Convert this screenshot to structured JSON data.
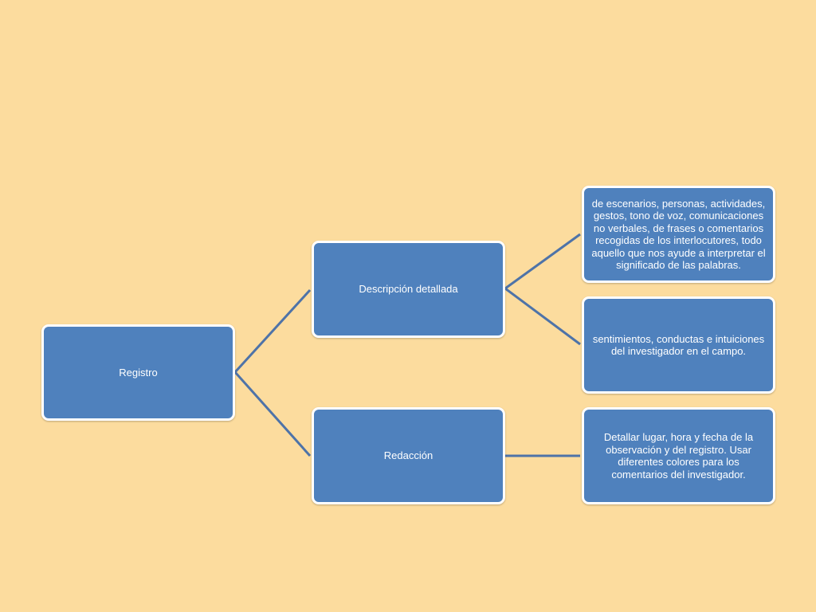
{
  "diagram": {
    "nodes": [
      {
        "id": "registro",
        "label": "Registro"
      },
      {
        "id": "descripcion",
        "label": "Descripción detallada"
      },
      {
        "id": "redaccion",
        "label": "Redacción"
      },
      {
        "id": "escenarios",
        "label": "de escenarios, personas, actividades, gestos, tono de voz, comunicaciones no verbales, de frases o comentarios recogidas de los interlocutores, todo aquello que nos ayude a interpretar el significado de las palabras."
      },
      {
        "id": "sentimientos",
        "label": "sentimientos, conductas e intuiciones del investigador en el campo."
      },
      {
        "id": "detallar",
        "label": "Detallar lugar, hora y fecha de la observación y del registro. Usar diferentes colores para los comentarios del investigador."
      }
    ],
    "edges": [
      {
        "from": "registro",
        "to": "descripcion"
      },
      {
        "from": "registro",
        "to": "redaccion"
      },
      {
        "from": "descripcion",
        "to": "escenarios"
      },
      {
        "from": "descripcion",
        "to": "sentimientos"
      },
      {
        "from": "redaccion",
        "to": "detallar"
      }
    ],
    "colors": {
      "background": "#fcdc9e",
      "node_fill": "#4f81bd",
      "node_border": "#ffffff",
      "connector": "#4e73a8",
      "text": "#ffffff"
    }
  }
}
